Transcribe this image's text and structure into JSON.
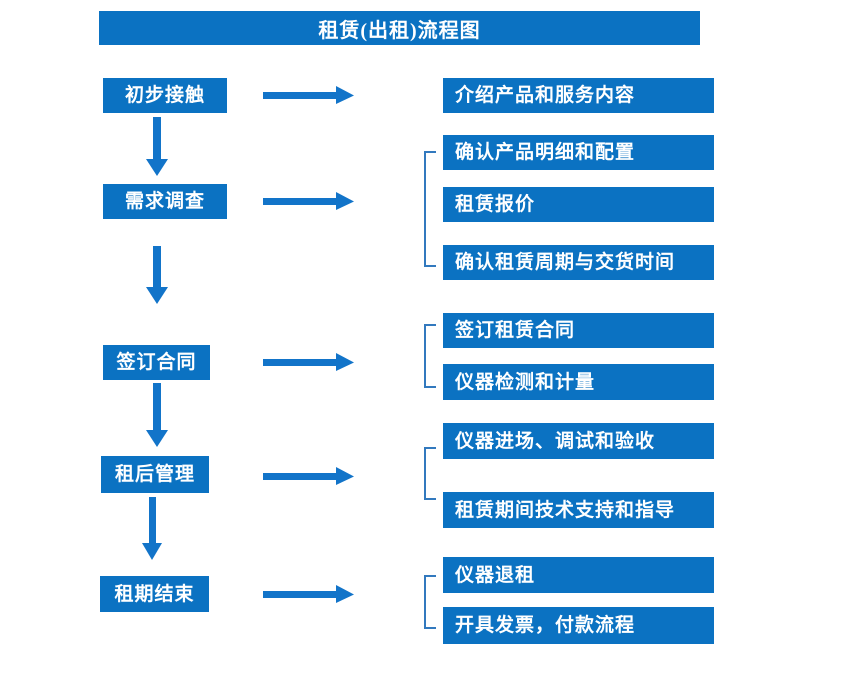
{
  "title": "租赁(出租)流程图",
  "colors": {
    "box_blue": "#0b72c2",
    "arrow_blue": "#1274c9",
    "bracket_blue": "#3279be",
    "text_white": "#ffffff",
    "background": "#ffffff"
  },
  "groups": [
    {
      "step": "初步接触",
      "details": [
        "介绍产品和服务内容"
      ]
    },
    {
      "step": "需求调查",
      "details": [
        "确认产品明细和配置",
        "租赁报价",
        "确认租赁周期与交货时间"
      ]
    },
    {
      "step": "签订合同",
      "details": [
        "签订租赁合同",
        "仪器检测和计量"
      ]
    },
    {
      "step": "租后管理",
      "details": [
        "仪器进场、调试和验收",
        "租赁期间技术支持和指导"
      ]
    },
    {
      "step": "租期结束",
      "details": [
        "仪器退租",
        "开具发票，付款流程"
      ]
    }
  ]
}
